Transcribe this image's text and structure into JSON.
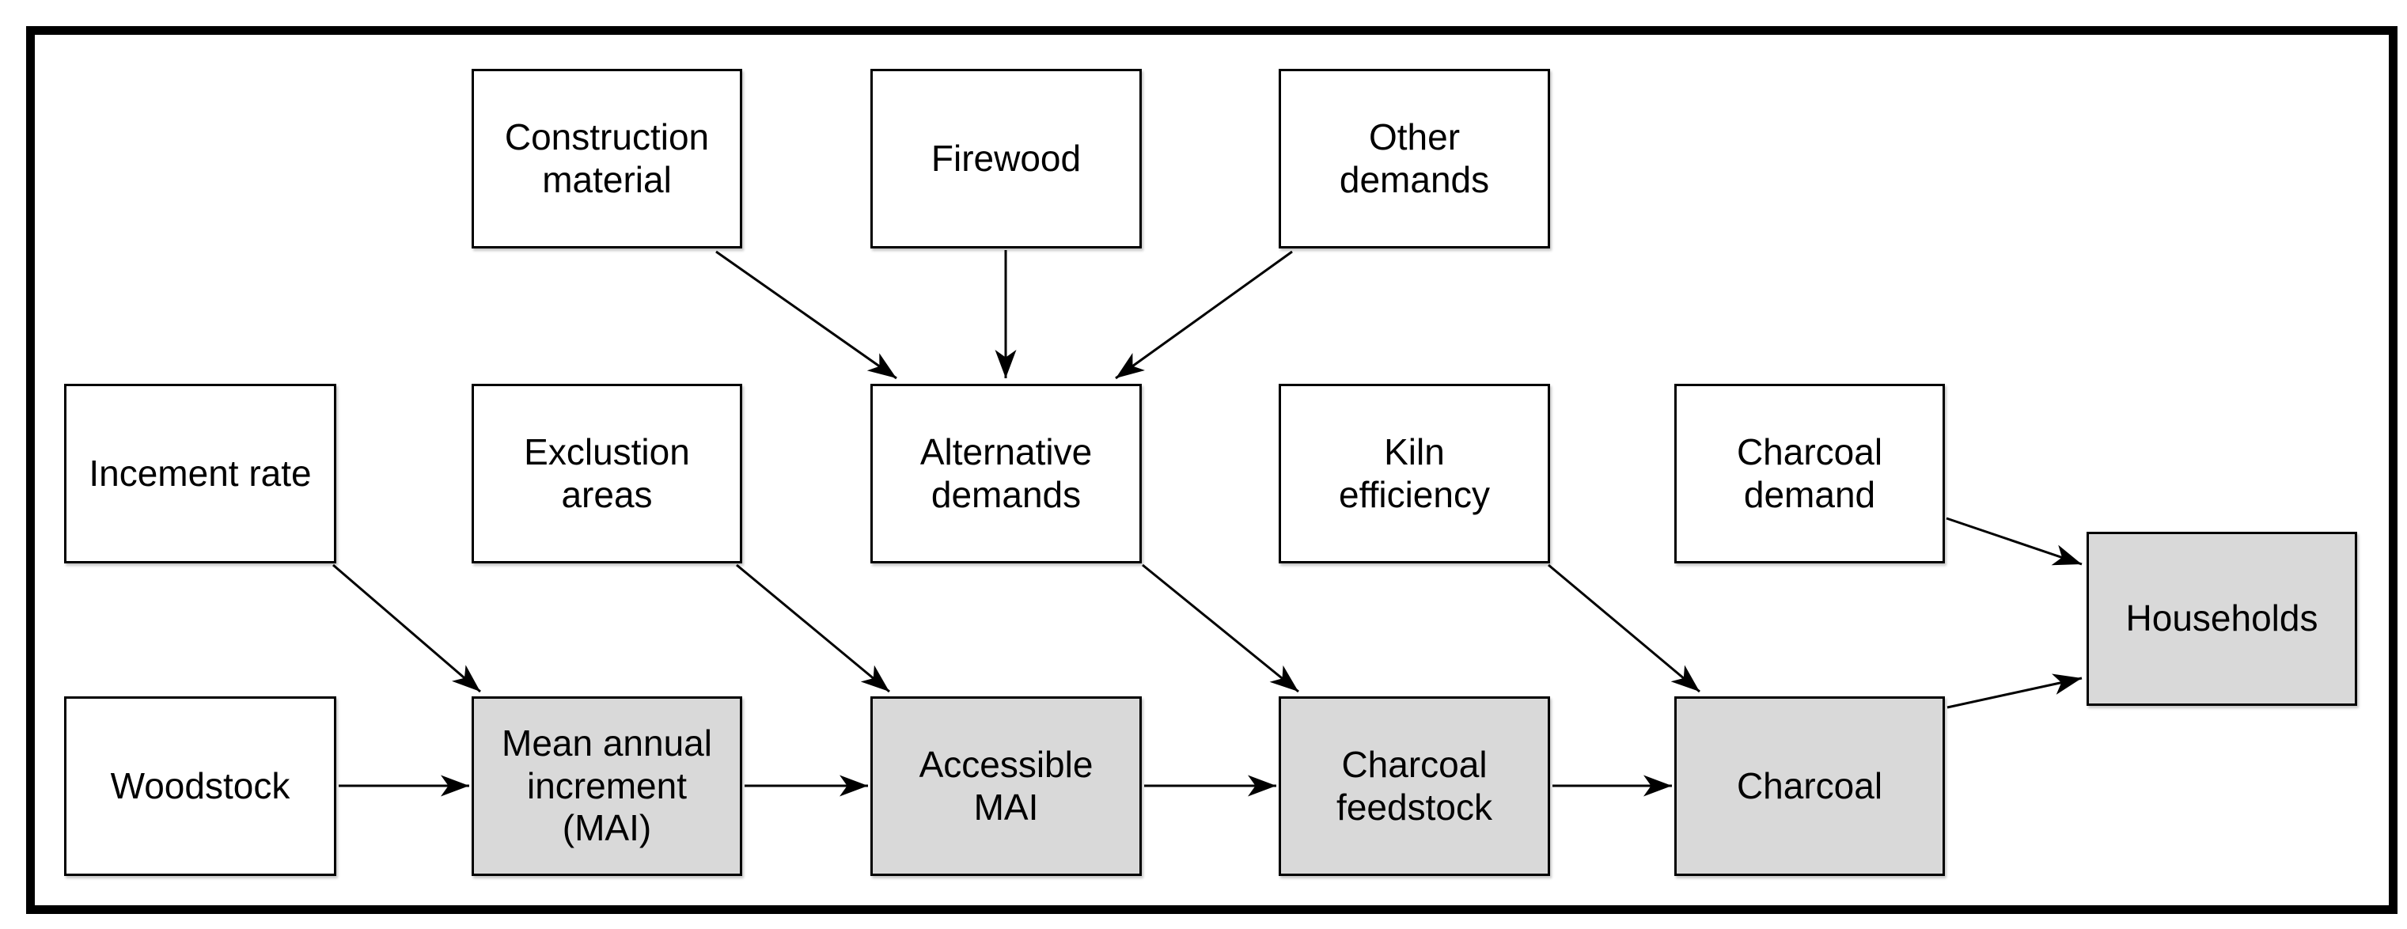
{
  "diagram": {
    "description": "Charcoal supply flow diagram",
    "colors": {
      "background": "#ffffff",
      "frame_border": "#000000",
      "node_border": "#000000",
      "node_fill_input": "#ffffff",
      "node_fill_computed": "#d9d9d9",
      "arrow": "#000000",
      "text": "#000000"
    },
    "nodes": [
      {
        "id": "construction_material",
        "label": "Construction\nmaterial",
        "fill": "white"
      },
      {
        "id": "firewood",
        "label": "Firewood",
        "fill": "white"
      },
      {
        "id": "other_demands",
        "label": "Other\ndemands",
        "fill": "white"
      },
      {
        "id": "incement_rate",
        "label": "Incement rate",
        "fill": "white"
      },
      {
        "id": "exclustion_areas",
        "label": "Exclustion\nareas",
        "fill": "white"
      },
      {
        "id": "alternative_demands",
        "label": "Alternative\ndemands",
        "fill": "white"
      },
      {
        "id": "kiln_efficiency",
        "label": "Kiln\nefficiency",
        "fill": "white"
      },
      {
        "id": "charcoal_demand",
        "label": "Charcoal\ndemand",
        "fill": "white"
      },
      {
        "id": "woodstock",
        "label": "Woodstock",
        "fill": "white"
      },
      {
        "id": "mean_annual_increment",
        "label": "Mean annual\nincrement\n(MAI)",
        "fill": "gray"
      },
      {
        "id": "accessible_mai",
        "label": "Accessible\nMAI",
        "fill": "gray"
      },
      {
        "id": "charcoal_feedstock",
        "label": "Charcoal\nfeedstock",
        "fill": "gray"
      },
      {
        "id": "charcoal",
        "label": "Charcoal",
        "fill": "gray"
      },
      {
        "id": "households",
        "label": "Households",
        "fill": "gray"
      }
    ],
    "edges": [
      {
        "from": "construction_material",
        "to": "alternative_demands"
      },
      {
        "from": "firewood",
        "to": "alternative_demands"
      },
      {
        "from": "other_demands",
        "to": "alternative_demands"
      },
      {
        "from": "incement_rate",
        "to": "mean_annual_increment"
      },
      {
        "from": "woodstock",
        "to": "mean_annual_increment"
      },
      {
        "from": "exclustion_areas",
        "to": "accessible_mai"
      },
      {
        "from": "mean_annual_increment",
        "to": "accessible_mai"
      },
      {
        "from": "alternative_demands",
        "to": "charcoal_feedstock"
      },
      {
        "from": "accessible_mai",
        "to": "charcoal_feedstock"
      },
      {
        "from": "kiln_efficiency",
        "to": "charcoal"
      },
      {
        "from": "charcoal_feedstock",
        "to": "charcoal"
      },
      {
        "from": "charcoal_demand",
        "to": "households"
      },
      {
        "from": "charcoal",
        "to": "households"
      }
    ]
  }
}
